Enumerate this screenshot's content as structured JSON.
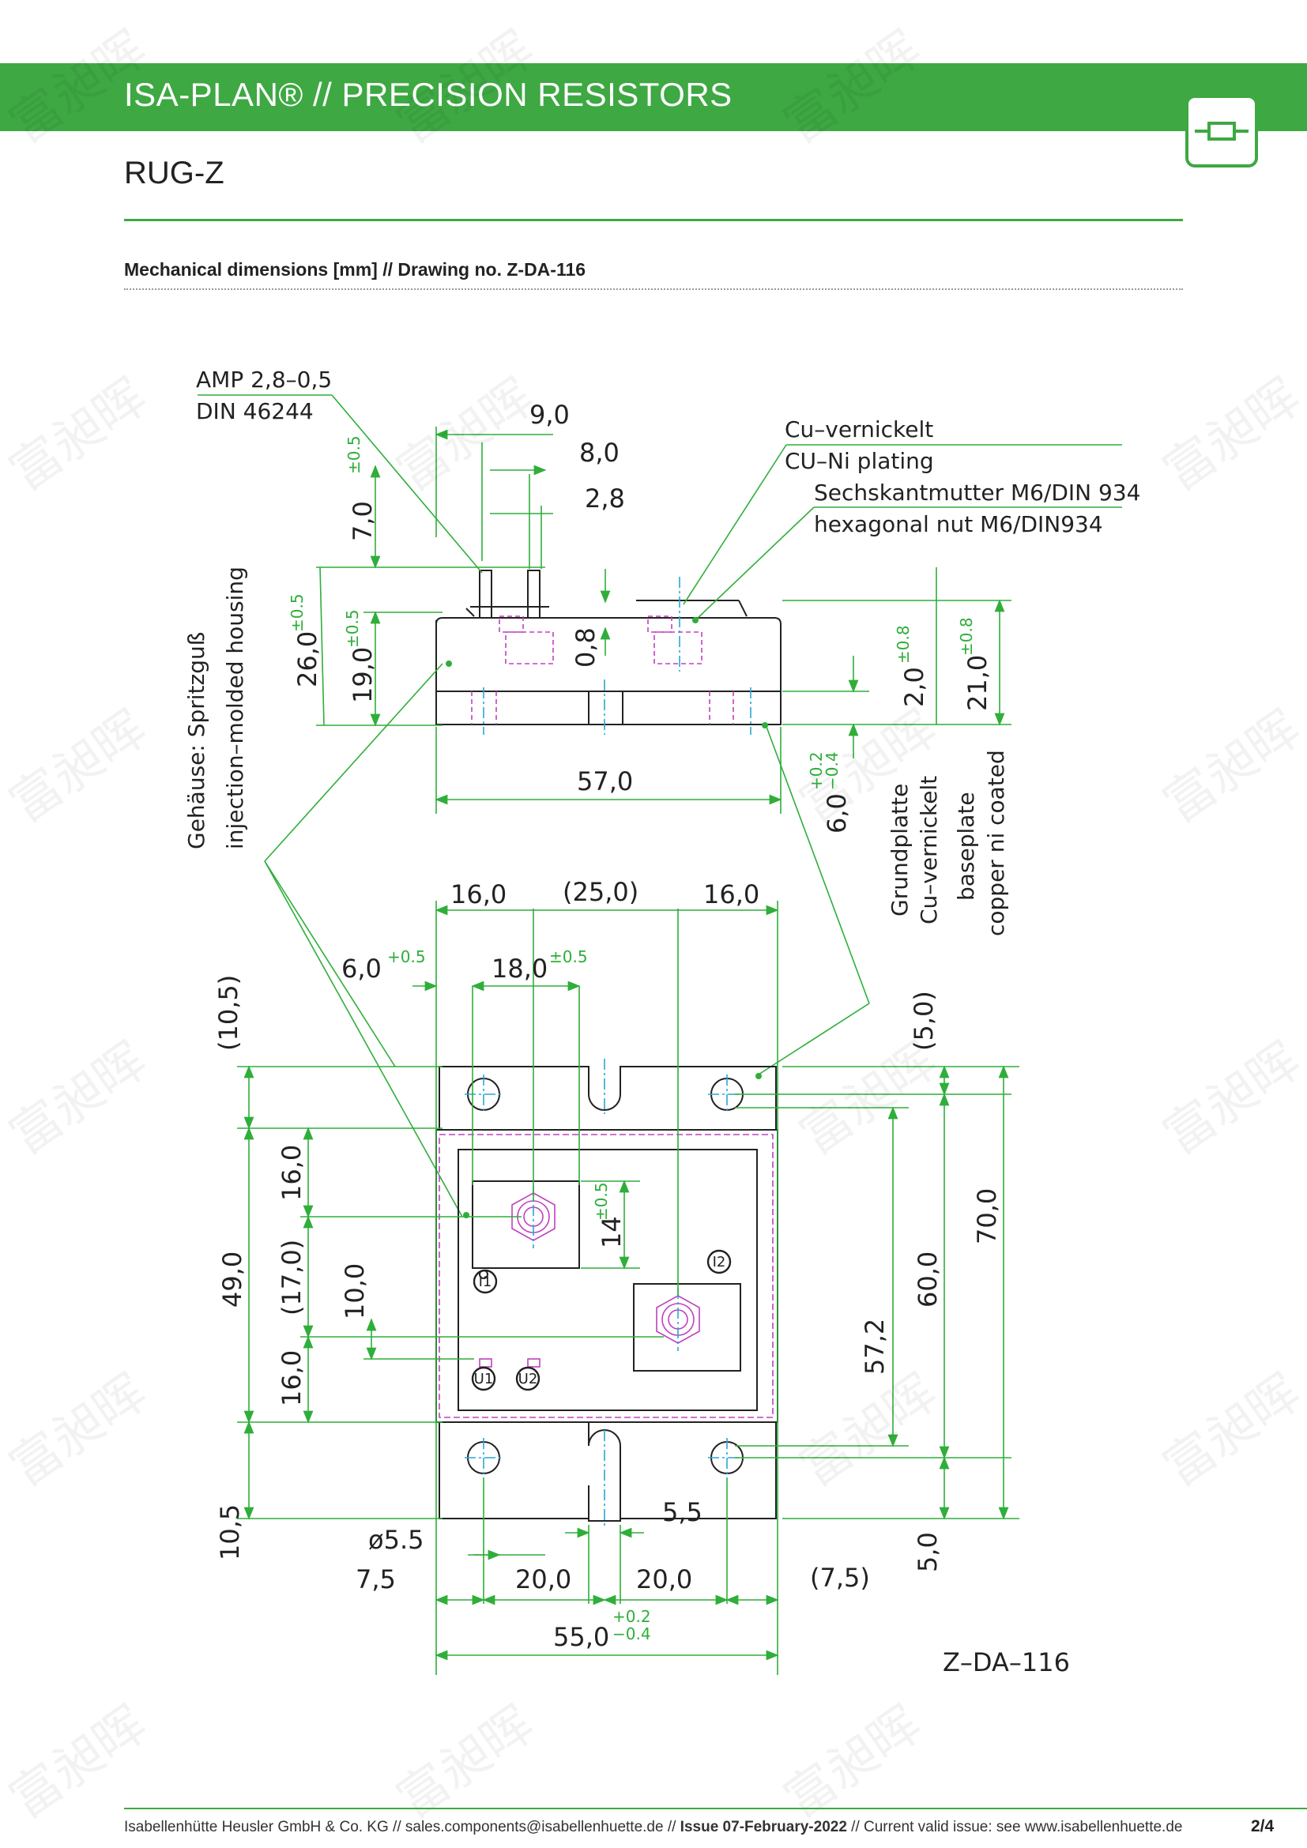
{
  "header": {
    "title": "ISA-PLAN® // PRECISION RESISTORS",
    "product": "RUG-Z",
    "section_title": "Mechanical dimensions [mm] // Drawing no. Z-DA-116"
  },
  "drawing": {
    "terminal_label_1": "AMP 2,8–0,5",
    "terminal_label_2": "DIN 46244",
    "dim_9": "9,0",
    "dim_8": "8,0",
    "dim_2_8": "2,8",
    "nut_de_1": "Cu–vernickelt",
    "nut_en_1": "CU–Ni plating",
    "nut_de_2": "Sechskantmutter M6/DIN 934",
    "nut_en_2": "hexagonal nut M6/DIN934",
    "dim_7": "7,0",
    "tol_05": "±0.5",
    "dim_26": "26,0",
    "dim_19": "19,0",
    "dim_0_8": "0,8",
    "dim_2": "2,0",
    "tol_08": "±0.8",
    "dim_21": "21,0",
    "dim_57": "57,0",
    "dim_6_side": "6,0",
    "tol_plus02": "+0.2",
    "tol_minus04": "−0.4",
    "housing_de": "Gehäuse: Spritzguß",
    "housing_en": "injection–molded housing",
    "baseplate_de_1": "Grundplatte",
    "baseplate_de_2": "Cu–vernickelt",
    "baseplate_en_1": "baseplate",
    "baseplate_en_2": "copper ni coated",
    "top_16_left": "16,0",
    "top_25": "(25,0)",
    "top_16_right": "16,0",
    "dim_6_top": "6,0",
    "tol_plus05": "+0.5",
    "dim_18": "18,0",
    "dim_10_5_top": "(10,5)",
    "dim_5_right": "(5,0)",
    "dim_16_v_top": "16,0",
    "dim_49": "49,0",
    "dim_17": "(17,0)",
    "dim_10": "10,0",
    "dim_16_v_bot": "16,0",
    "dim_14": "14",
    "dim_57_2": "57,2",
    "dim_60": "60,0",
    "dim_70": "70,0",
    "label_I1": "I1",
    "label_I2": "I2",
    "label_U1": "U1",
    "label_U2": "U2",
    "dim_10_5_bot": "10,5",
    "dim_5_5": "5,5",
    "dim_dia_5_5": "ø5.5",
    "dim_7_5": "7,5",
    "dim_20_left": "20,0",
    "dim_20_right": "20,0",
    "dim_7_5_right": "(7,5)",
    "dim_5_bot": "5,0",
    "dim_55": "55,0",
    "drawing_no": "Z–DA–116"
  },
  "footer": {
    "company": "Isabellenhütte Heusler GmbH & Co. KG // sales.components@isabellenhuette.de // ",
    "issue": "Issue 07-February-2022",
    "rest": " // Current valid issue: see www.isabellenhuette.de",
    "page": "2/4"
  },
  "watermark": "富昶晖",
  "colors": {
    "brand_green": "#3ea843",
    "dim_green": "#2fae3a",
    "hidden_magenta": "#c040c0",
    "center_cyan": "#2aa6d6"
  }
}
